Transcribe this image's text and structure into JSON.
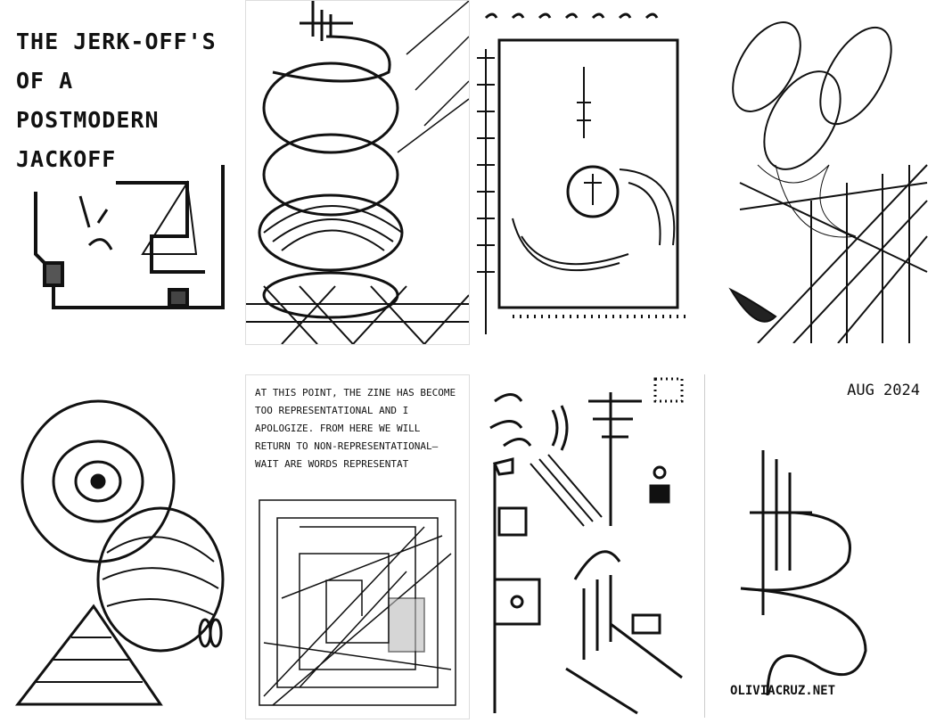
{
  "pages": {
    "cover_title": "THE JERK-OFF'S OF A POSTMODERN JACKOFF",
    "text_page": "AT THIS POINT, THE ZINE HAS BECOME TOO REPRESENTATIONAL AND I APOLOGIZE. FROM HERE WE WILL RETURN TO NON-REPRESENTATIONAL— WAIT ARE WORDS REPRESENTAT",
    "back_date": "AUG 2024",
    "back_url": "OLIVIACRUZ.NET"
  },
  "colors": {
    "ink": "#111111",
    "paper": "#ffffff"
  }
}
